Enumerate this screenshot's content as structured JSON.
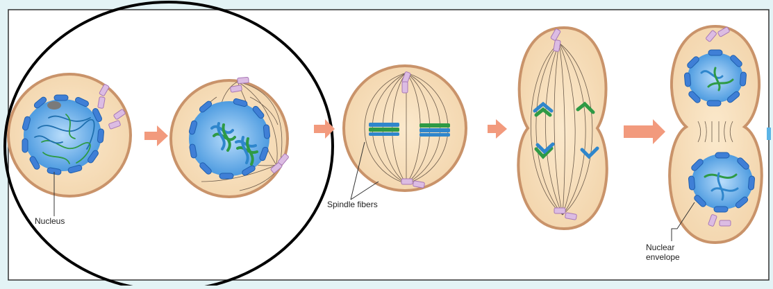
{
  "labels": {
    "nucleus": "Nucleus",
    "spindle_fibers": "Spindle fibers",
    "nuclear": "Nuclear",
    "envelope": "envelope"
  },
  "colors": {
    "page_background": "#e3f3f5",
    "panel_background": "#ffffff",
    "panel_border": "#303030",
    "cytoplasm": "#f6dfbe",
    "cell_membrane": "#c9936a",
    "nucleus_fill": "#5fa9e6",
    "nuclear_envelope": "#3f7fd6",
    "chromatid_blue": "#2f86cc",
    "chromatid_green": "#2e9a45",
    "centriole": "#d9b6e0",
    "arrow": "#f29a7d",
    "highlight_circle": "#000000"
  }
}
